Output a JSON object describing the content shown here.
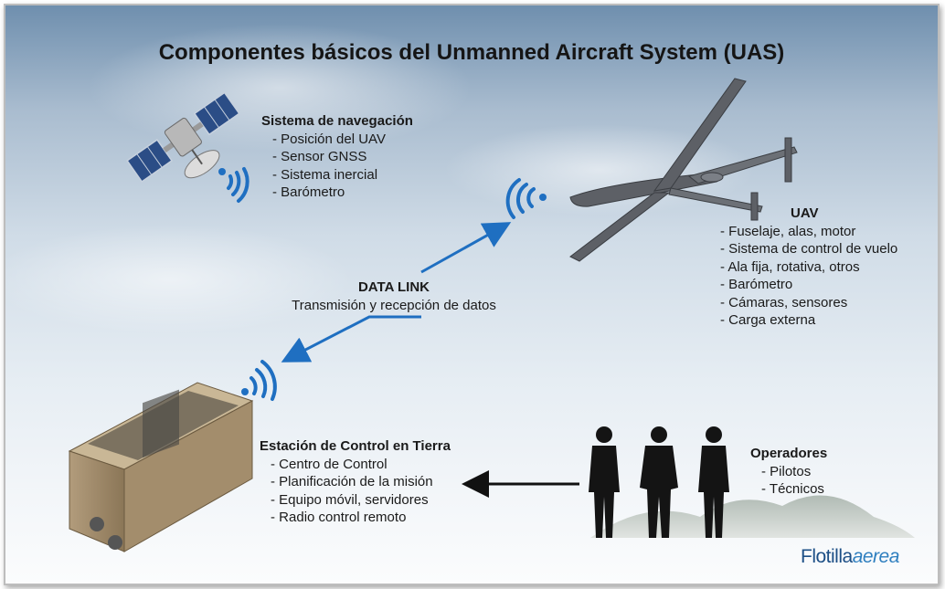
{
  "title": "Componentes básicos del Unmanned Aircraft System (UAS)",
  "navigation": {
    "heading": "Sistema de navegación",
    "items": [
      "Posición del UAV",
      "Sensor GNSS",
      "Sistema inercial",
      "Barómetro"
    ]
  },
  "uav": {
    "heading": "UAV",
    "items": [
      "Fuselaje, alas, motor",
      "Sistema de control de vuelo",
      "Ala fija, rotativa, otros",
      "Barómetro",
      "Cámaras, sensores",
      "Carga externa"
    ]
  },
  "data_link": {
    "heading": "DATA LINK",
    "subtitle": "Transmisión y recepción de datos"
  },
  "ground_station": {
    "heading": "Estación de Control en Tierra",
    "items": [
      "Centro de Control",
      "Planificación de la misión",
      "Equipo móvil, servidores",
      "Radio control remoto"
    ]
  },
  "operators": {
    "heading": "Operadores",
    "items": [
      "Pilotos",
      "Técnicos"
    ]
  },
  "brand": {
    "part1": "Flotilla",
    "part2": "aerea"
  },
  "colors": {
    "arrow": "#1f6fc1",
    "signal": "#1f6fc1",
    "text": "#1a1a1a"
  },
  "icons": [
    "satellite-icon",
    "drone-icon",
    "ground-station-icon",
    "operators-icon",
    "signal-icon"
  ]
}
